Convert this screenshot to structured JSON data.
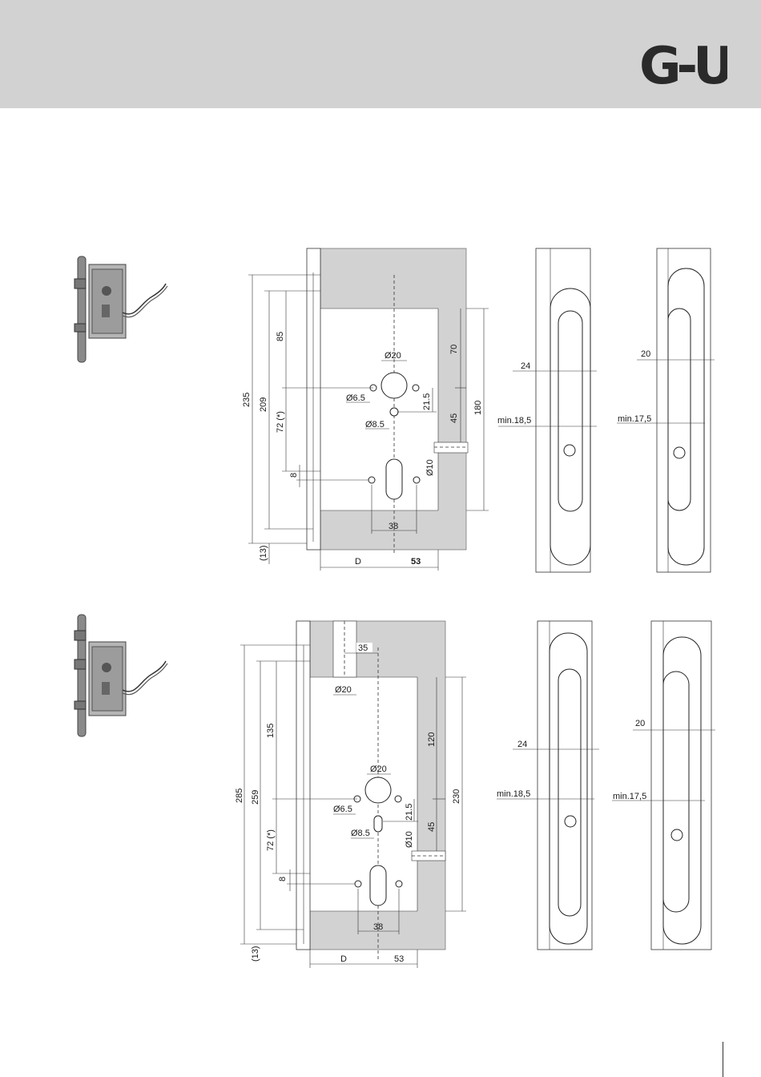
{
  "header": {
    "logo_text": "G-U",
    "background": "#d2d2d2"
  },
  "drawing_top": {
    "dims": {
      "d235": "235",
      "d209": "209",
      "d85": "85",
      "d72": "72 (*)",
      "d8": "8",
      "d13": "(13)",
      "dD": "D",
      "d53": "53",
      "d38": "38",
      "d70": "70",
      "d45": "45",
      "d180": "180",
      "dia20": "Ø20",
      "dia65": "Ø6.5",
      "d215": "21.5",
      "dia85": "Ø8.5",
      "dia10": "Ø10"
    },
    "strike_a": {
      "d24": "24",
      "dmin": "min.18,5"
    },
    "strike_b": {
      "d20": "20",
      "dmin": "min.17,5"
    }
  },
  "drawing_bottom": {
    "dims": {
      "d285": "285",
      "d259": "259",
      "d135": "135",
      "d72": "72 (*)",
      "d8": "8",
      "d13": "(13)",
      "dD": "D",
      "d53": "53",
      "d38": "38",
      "d35": "35",
      "dia20top": "Ø20",
      "d120": "120",
      "d45": "45",
      "d230": "230",
      "dia20": "Ø20",
      "dia65": "Ø6.5",
      "d215": "21.5",
      "dia85": "Ø8.5",
      "dia10": "Ø10"
    },
    "strike_a": {
      "d24": "24",
      "dmin": "min.18,5"
    },
    "strike_b": {
      "d20": "20",
      "dmin": "min.17,5"
    }
  }
}
